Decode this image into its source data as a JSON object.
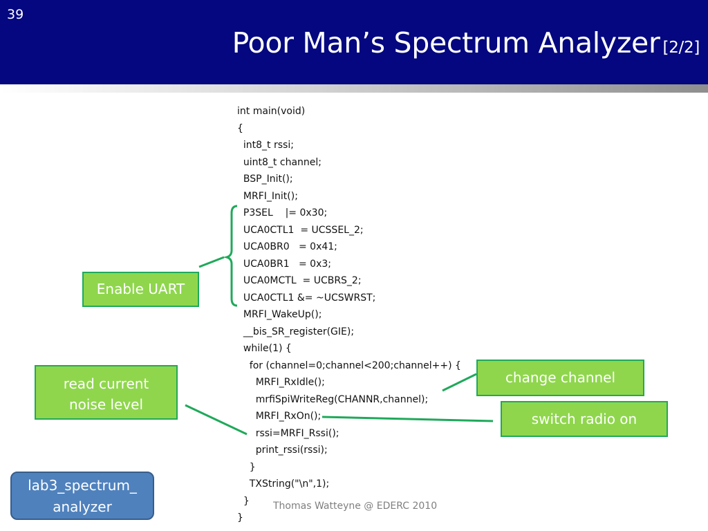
{
  "slide": {
    "number": "39",
    "title": "Poor Man’s Spectrum Analyzer",
    "title_suffix": "[2/2]"
  },
  "code_lines": [
    "int main(void)",
    "{",
    "  int8_t rssi;",
    "  uint8_t channel;",
    "  BSP_Init();",
    "  MRFI_Init();",
    "  P3SEL    |= 0x30;",
    "  UCA0CTL1  = UCSSEL_2;",
    "  UCA0BR0   = 0x41;",
    "  UCA0BR1   = 0x3;",
    "  UCA0MCTL  = UCBRS_2;",
    "  UCA0CTL1 &= ~UCSWRST;",
    "  MRFI_WakeUp();",
    "  __bis_SR_register(GIE);",
    "  while(1) {",
    "    for (channel=0;channel<200;channel++) {",
    "      MRFI_RxIdle();",
    "      mrfiSpiWriteReg(CHANNR,channel);",
    "      MRFI_RxOn();",
    "      rssi=MRFI_Rssi();",
    "      print_rssi(rssi);",
    "    }",
    "    TXString(\"\\n\",1);",
    "  }",
    "}"
  ],
  "callouts": {
    "enable_uart": "Enable UART",
    "read_noise_line1": "read current",
    "read_noise_line2": "noise level",
    "change_channel": "change channel",
    "switch_radio_on": "switch radio on",
    "lab_line1": "lab3_spectrum_",
    "lab_line2": "analyzer"
  },
  "footer": "Thomas Watteyne @ EDERC 2010",
  "colors": {
    "header": "#04077f",
    "callout_fill": "#8fd64d",
    "callout_border": "#1fa95a",
    "lab_fill": "#4f81bd"
  }
}
